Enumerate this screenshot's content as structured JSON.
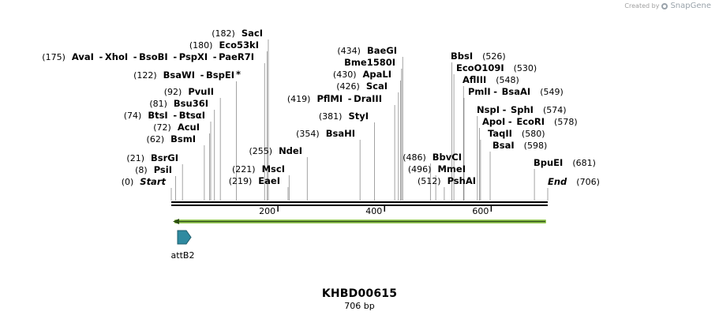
{
  "credit": {
    "prefix": "Created by",
    "brand": "SnapGene"
  },
  "construct": {
    "name": "KHBD00615",
    "length_label": "706 bp",
    "length_bp": 706
  },
  "colors": {
    "backbone": "#000000",
    "feature_arrow": "#9acd5a",
    "attb_feature": "#2f8aa0",
    "leader": "#8c8c8c"
  },
  "ruler": [
    {
      "label": "200",
      "pos": 200
    },
    {
      "label": "400",
      "pos": 400
    },
    {
      "label": "600",
      "pos": 600
    }
  ],
  "feature_arrow": {
    "start": 0,
    "end": 706,
    "direction": "left"
  },
  "features": [
    {
      "name": "attB2",
      "start": 10,
      "end": 35,
      "direction": "right"
    }
  ],
  "sites": [
    {
      "pos_label": "(0)",
      "pos": 0,
      "parts": [
        "Start"
      ],
      "italic": true
    },
    {
      "pos_label": "(8)",
      "pos": 8,
      "parts": [
        "PsiI"
      ]
    },
    {
      "pos_label": "(21)",
      "pos": 21,
      "parts": [
        "BsrGI"
      ]
    },
    {
      "pos_label": "(62)",
      "pos": 62,
      "parts": [
        "BsmI"
      ]
    },
    {
      "pos_label": "(72)",
      "pos": 72,
      "parts": [
        "AcuI"
      ]
    },
    {
      "pos_label": "(74)",
      "pos": 74,
      "parts": [
        "BtsI",
        "BtsαI"
      ]
    },
    {
      "pos_label": "(81)",
      "pos": 81,
      "parts": [
        "Bsu36I"
      ]
    },
    {
      "pos_label": "(92)",
      "pos": 92,
      "parts": [
        "PvuII"
      ]
    },
    {
      "pos_label": "(122)",
      "pos": 122,
      "parts": [
        "BsaWI",
        "BspEI"
      ],
      "asterisk": true
    },
    {
      "pos_label": "(175)",
      "pos": 175,
      "parts": [
        "AvaI",
        "XhoI",
        "BsoBI",
        "PspXI",
        "PaeR7I"
      ]
    },
    {
      "pos_label": "(180)",
      "pos": 180,
      "parts": [
        "Eco53kI"
      ]
    },
    {
      "pos_label": "(182)",
      "pos": 182,
      "parts": [
        "SacI"
      ]
    },
    {
      "pos_label": "(219)",
      "pos": 219,
      "parts": [
        "EaeI"
      ]
    },
    {
      "pos_label": "(221)",
      "pos": 221,
      "parts": [
        "MscI"
      ]
    },
    {
      "pos_label": "(255)",
      "pos": 255,
      "parts": [
        "NdeI"
      ]
    },
    {
      "pos_label": "(354)",
      "pos": 354,
      "parts": [
        "BsaHI"
      ]
    },
    {
      "pos_label": "(381)",
      "pos": 381,
      "parts": [
        "StyI"
      ]
    },
    {
      "pos_label": "(419)",
      "pos": 419,
      "parts": [
        "PflMI",
        "DraIII"
      ]
    },
    {
      "pos_label": "(426)",
      "pos": 426,
      "parts": [
        "ScaI"
      ]
    },
    {
      "pos_label": "(430)",
      "pos": 430,
      "parts": [
        "ApaLI"
      ]
    },
    {
      "pos_label": "",
      "pos": 432,
      "parts": [
        "Bme1580I"
      ]
    },
    {
      "pos_label": "(434)",
      "pos": 434,
      "parts": [
        "BaeGI"
      ]
    },
    {
      "pos_label": "(486)",
      "pos": 486,
      "parts": [
        "BbvCI"
      ]
    },
    {
      "pos_label": "(496)",
      "pos": 496,
      "parts": [
        "MmeI"
      ]
    },
    {
      "pos_label": "(512)",
      "pos": 512,
      "parts": [
        "PshAI"
      ]
    },
    {
      "pos_label": "(526)",
      "pos": 526,
      "parts": [
        "BbsI"
      ]
    },
    {
      "pos_label": "(530)",
      "pos": 530,
      "parts": [
        "EcoO109I"
      ]
    },
    {
      "pos_label": "(548)",
      "pos": 548,
      "parts": [
        "AflIII"
      ]
    },
    {
      "pos_label": "(549)",
      "pos": 549,
      "parts": [
        "PmlI",
        "BsaAI"
      ]
    },
    {
      "pos_label": "(574)",
      "pos": 574,
      "parts": [
        "NspI",
        "SphI"
      ]
    },
    {
      "pos_label": "(578)",
      "pos": 578,
      "parts": [
        "ApoI",
        "EcoRI"
      ]
    },
    {
      "pos_label": "(580)",
      "pos": 580,
      "parts": [
        "TaqII"
      ]
    },
    {
      "pos_label": "(598)",
      "pos": 598,
      "parts": [
        "BsaI"
      ]
    },
    {
      "pos_label": "(681)",
      "pos": 681,
      "parts": [
        "BpuEI"
      ]
    },
    {
      "pos_label": "(706)",
      "pos": 706,
      "parts": [
        "End"
      ],
      "italic": true
    }
  ]
}
